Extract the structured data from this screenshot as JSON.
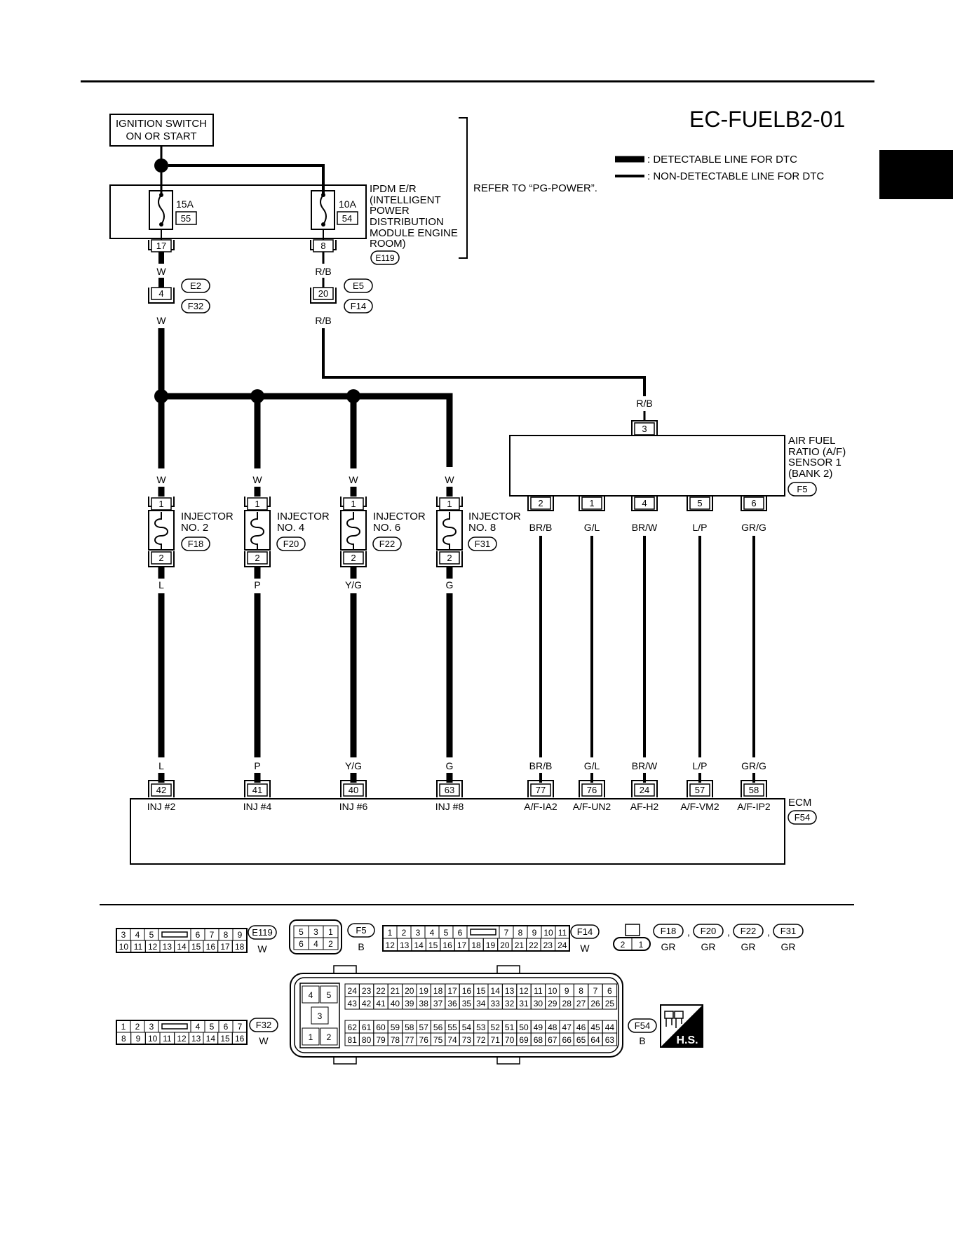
{
  "title": "EC-FUELB2-01",
  "legend": {
    "detectable": ": DETECTABLE LINE FOR DTC",
    "non_detectable": ": NON-DETECTABLE LINE FOR DTC"
  },
  "ignition": [
    "IGNITION SWITCH",
    "ON OR START"
  ],
  "ipdm": {
    "label": [
      "IPDM E/R",
      "(INTELLIGENT",
      "POWER",
      "DISTRIBUTION",
      "MODULE ENGINE",
      "ROOM)"
    ],
    "connector": "E119",
    "fuse1": {
      "amp": "15A",
      "num": "55",
      "pin": "17"
    },
    "fuse2": {
      "amp": "10A",
      "num": "54",
      "pin": "8"
    }
  },
  "refer": "REFER TO “PG-POWER”.",
  "w_left": {
    "top_color": "W",
    "pin": "4",
    "conn_a": "E2",
    "conn_b": "F32",
    "bottom_color": "W"
  },
  "w_right": {
    "top_color": "R/B",
    "pin": "20",
    "conn_a": "E5",
    "conn_b": "F14",
    "bottom_color": "R/B"
  },
  "injectors": [
    {
      "name": [
        "INJECTOR",
        "NO. 2"
      ],
      "conn": "F18",
      "in_color": "W",
      "pin_in": "1",
      "pin_out": "2",
      "out_color": "L",
      "ecm_color": "L",
      "ecm_pin": "42",
      "ecm_label": "INJ #2"
    },
    {
      "name": [
        "INJECTOR",
        "NO. 4"
      ],
      "conn": "F20",
      "in_color": "W",
      "pin_in": "1",
      "pin_out": "2",
      "out_color": "P",
      "ecm_color": "P",
      "ecm_pin": "41",
      "ecm_label": "INJ #4"
    },
    {
      "name": [
        "INJECTOR",
        "NO. 6"
      ],
      "conn": "F22",
      "in_color": "W",
      "pin_in": "1",
      "pin_out": "2",
      "out_color": "Y/G",
      "ecm_color": "Y/G",
      "ecm_pin": "40",
      "ecm_label": "INJ #6"
    },
    {
      "name": [
        "INJECTOR",
        "NO. 8"
      ],
      "conn": "F31",
      "in_color": "W",
      "pin_in": "1",
      "pin_out": "2",
      "out_color": "G",
      "ecm_color": "G",
      "ecm_pin": "63",
      "ecm_label": "INJ #8"
    }
  ],
  "af_sensor": {
    "name": [
      "AIR FUEL",
      "RATIO (A/F)",
      "SENSOR 1",
      "(BANK 2)"
    ],
    "conn": "F5",
    "top_color": "R/B",
    "top_pin": "3",
    "pins": [
      {
        "pin": "2",
        "color": "BR/B",
        "ecm_color": "BR/B",
        "ecm_pin": "77",
        "ecm_label": "A/F-IA2"
      },
      {
        "pin": "1",
        "color": "G/L",
        "ecm_color": "G/L",
        "ecm_pin": "76",
        "ecm_label": "A/F-UN2"
      },
      {
        "pin": "4",
        "color": "BR/W",
        "ecm_color": "BR/W",
        "ecm_pin": "24",
        "ecm_label": "AF-H2"
      },
      {
        "pin": "5",
        "color": "L/P",
        "ecm_color": "L/P",
        "ecm_pin": "57",
        "ecm_label": "A/F-VM2"
      },
      {
        "pin": "6",
        "color": "GR/G",
        "ecm_color": "GR/G",
        "ecm_pin": "58",
        "ecm_label": "A/F-IP2"
      }
    ]
  },
  "ecm": {
    "label": "ECM",
    "conn": "F54"
  },
  "connectors": {
    "e119": {
      "id": "E119",
      "color": "W",
      "row1": [
        "3",
        "4",
        "5",
        "",
        "6",
        "7",
        "8",
        "9"
      ],
      "row2": [
        "10",
        "11",
        "12",
        "13",
        "14",
        "15",
        "16",
        "17",
        "18"
      ]
    },
    "f5": {
      "id": "F5",
      "color": "B",
      "row1": [
        "5",
        "3",
        "1"
      ],
      "row2": [
        "6",
        "4",
        "2"
      ]
    },
    "f14": {
      "id": "F14",
      "color": "W",
      "row1": [
        "1",
        "2",
        "3",
        "4",
        "5",
        "6",
        "",
        "7",
        "8",
        "9",
        "10",
        "11"
      ],
      "row2": [
        "12",
        "13",
        "14",
        "15",
        "16",
        "17",
        "18",
        "19",
        "20",
        "21",
        "22",
        "23",
        "24"
      ]
    },
    "inj": {
      "ids": [
        "F18",
        "F20",
        "F22",
        "F31"
      ],
      "color": "GR",
      "pins": [
        "2",
        "1"
      ]
    },
    "f32": {
      "id": "F32",
      "color": "W",
      "row1": [
        "1",
        "2",
        "3",
        "",
        "4",
        "5",
        "6",
        "7"
      ],
      "row2": [
        "8",
        "9",
        "10",
        "11",
        "12",
        "13",
        "14",
        "15",
        "16"
      ]
    },
    "f54": {
      "id": "F54",
      "color": "B",
      "left": [
        "4",
        "5",
        "3",
        "1",
        "2"
      ],
      "row1": [
        "24",
        "23",
        "22",
        "21",
        "20",
        "19",
        "18",
        "17",
        "16",
        "15",
        "14",
        "13",
        "12",
        "11",
        "10",
        "9",
        "8",
        "7",
        "6"
      ],
      "row2": [
        "43",
        "42",
        "41",
        "40",
        "39",
        "38",
        "37",
        "36",
        "35",
        "34",
        "33",
        "32",
        "31",
        "30",
        "29",
        "28",
        "27",
        "26",
        "25"
      ],
      "row3": [
        "62",
        "61",
        "60",
        "59",
        "58",
        "57",
        "56",
        "55",
        "54",
        "53",
        "52",
        "51",
        "50",
        "49",
        "48",
        "47",
        "46",
        "45",
        "44"
      ],
      "row4": [
        "81",
        "80",
        "79",
        "78",
        "77",
        "76",
        "75",
        "74",
        "73",
        "72",
        "71",
        "70",
        "69",
        "68",
        "67",
        "66",
        "65",
        "64",
        "63"
      ]
    },
    "hs": "H.S."
  }
}
